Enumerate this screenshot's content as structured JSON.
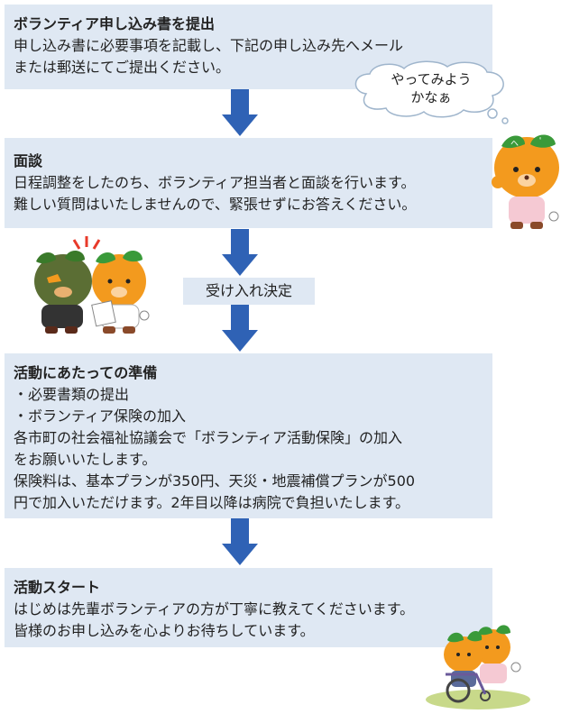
{
  "step1": {
    "title": "ボランティア申し込み書を提出",
    "lines": [
      "申し込み書に必要事項を記載し、下記の申し込み先へメール",
      "または郵送にてご提出ください。"
    ]
  },
  "bubble": {
    "line1": "やってみよう",
    "line2": "かなぁ"
  },
  "step2": {
    "title": "面談",
    "lines": [
      "日程調整をしたのち、ボランティア担当者と面談を行います。",
      "難しい質問はいたしませんので、緊張せずにお答えください。"
    ]
  },
  "decision_label": "受け入れ決定",
  "step3": {
    "title": "活動にあたっての準備",
    "lines": [
      "・必要書類の提出",
      "・ボランティア保険の加入",
      "各市町の社会福祉協議会で「ボランティア活動保険」の加入",
      "をお願いいたします。",
      "保険料は、基本プランが350円、天災・地震補償プランが500",
      "円で加入いただけます。2年目以降は病院で負担いたします。"
    ]
  },
  "step4": {
    "title": "活動スタート",
    "lines": [
      "はじめは先輩ボランティアの方が丁寧に教えてくださいます。",
      "皆様のお申し込みを心よりお待ちしています。"
    ]
  },
  "colors": {
    "box_bg": "#dfe8f3",
    "arrow": "#2f62b5",
    "mascot_orange": "#f39a1e",
    "leaf_green": "#3a9a3a"
  }
}
